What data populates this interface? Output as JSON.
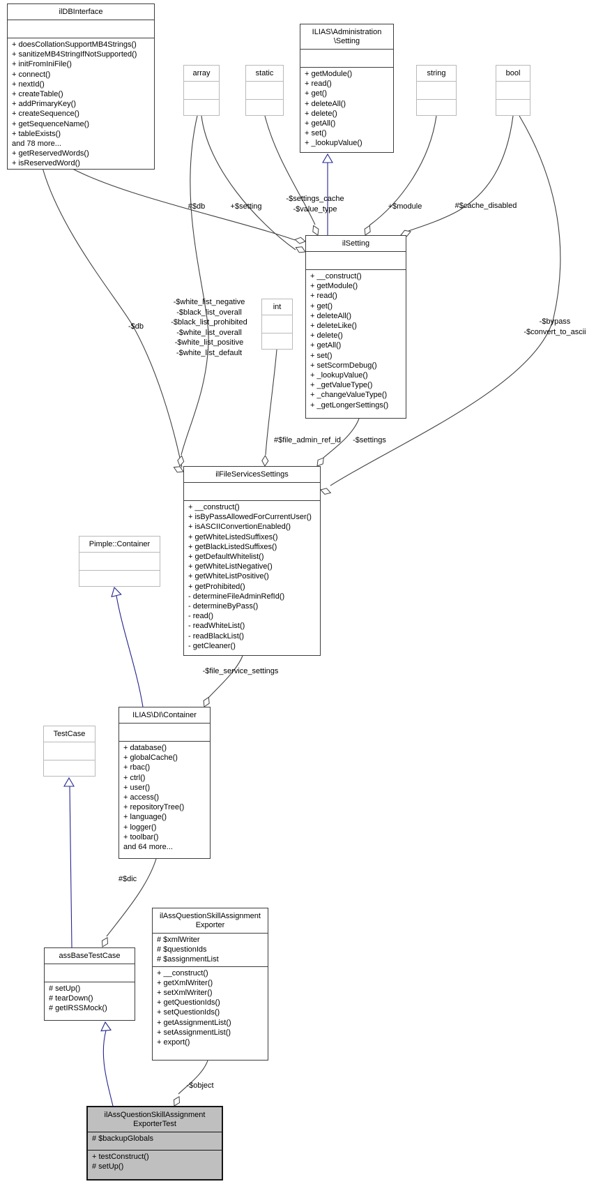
{
  "classes": {
    "ilDBInterface": {
      "name": "ilDBInterface",
      "attributes": [],
      "methods": [
        "+ doesCollationSupportMB4Strings()",
        "+ sanitizeMB4StringIfNotSupported()",
        "+ initFromIniFile()",
        "+ connect()",
        "+ nextId()",
        "+ createTable()",
        "+ addPrimaryKey()",
        "+ createSequence()",
        "+ getSequenceName()",
        "+ tableExists()",
        "and 78 more...",
        "+ getReservedWords()",
        "+ isReservedWord()"
      ]
    },
    "array": {
      "name": "array",
      "attributes": [],
      "methods": []
    },
    "static": {
      "name": "static",
      "attributes": [],
      "methods": []
    },
    "adminSetting": {
      "name": "ILIAS\\Administration\n\\Setting",
      "attributes": [],
      "methods": [
        "+ getModule()",
        "+ read()",
        "+ get()",
        "+ deleteAll()",
        "+ delete()",
        "+ getAll()",
        "+ set()",
        "+ _lookupValue()"
      ]
    },
    "string": {
      "name": "string",
      "attributes": [],
      "methods": []
    },
    "bool": {
      "name": "bool",
      "attributes": [],
      "methods": []
    },
    "ilSetting": {
      "name": "ilSetting",
      "attributes": [],
      "methods": [
        "+ __construct()",
        "+ getModule()",
        "+ read()",
        "+ get()",
        "+ deleteAll()",
        "+ deleteLike()",
        "+ delete()",
        "+ getAll()",
        "+ set()",
        "+ setScormDebug()",
        "+ _lookupValue()",
        "+ _getValueType()",
        "+ _changeValueType()",
        "+ _getLongerSettings()"
      ]
    },
    "int": {
      "name": "int",
      "attributes": [],
      "methods": []
    },
    "ilFileServicesSettings": {
      "name": "ilFileServicesSettings",
      "attributes": [],
      "methods": [
        "+ __construct()",
        "+ isByPassAllowedForCurrentUser()",
        "+ isASCIIConvertionEnabled()",
        "+ getWhiteListedSuffixes()",
        "+ getBlackListedSuffixes()",
        "+ getDefaultWhitelist()",
        "+ getWhiteListNegative()",
        "+ getWhiteListPositive()",
        "+ getProhibited()",
        "- determineFileAdminRefId()",
        "- determineByPass()",
        "- read()",
        "- readWhiteList()",
        "- readBlackList()",
        "- getCleaner()"
      ]
    },
    "pimpleContainer": {
      "name": "Pimple::Container",
      "attributes": [],
      "methods": []
    },
    "diContainer": {
      "name": "ILIAS\\DI\\Container",
      "attributes": [],
      "methods": [
        "+ database()",
        "+ globalCache()",
        "+ rbac()",
        "+ ctrl()",
        "+ user()",
        "+ access()",
        "+ repositoryTree()",
        "+ language()",
        "+ logger()",
        "+ toolbar()",
        "and 64 more..."
      ]
    },
    "testCase": {
      "name": "TestCase",
      "attributes": [],
      "methods": []
    },
    "assBaseTestCase": {
      "name": "assBaseTestCase",
      "attributes": [],
      "methods": [
        "# setUp()",
        "# tearDown()",
        "# getIRSSMock()"
      ]
    },
    "exporter": {
      "name": "ilAssQuestionSkillAssignment\nExporter",
      "attributes": [
        "# $xmlWriter",
        "# $questionIds",
        "# $assignmentList"
      ],
      "methods": [
        "+ __construct()",
        "+ getXmlWriter()",
        "+ setXmlWriter()",
        "+ getQuestionIds()",
        "+ setQuestionIds()",
        "+ getAssignmentList()",
        "+ setAssignmentList()",
        "+ export()"
      ]
    },
    "exporterTest": {
      "name": "ilAssQuestionSkillAssignment\nExporterTest",
      "attributes": [
        "# $backupGlobals"
      ],
      "methods": [
        "+ testConstruct()",
        "# setUp()"
      ]
    }
  },
  "edge_labels": {
    "db": "#$db",
    "setting": "+$setting",
    "settings_cache": [
      "-$settings_cache",
      "-$value_type"
    ],
    "module": "+$module",
    "cache_disabled": "#$cache_disabled",
    "db_private": "-$db",
    "white_lists": [
      "-$white_list_negative",
      "-$black_list_overall",
      "-$black_list_prohibited",
      "-$white_list_overall",
      "-$white_list_positive",
      "-$white_list_default"
    ],
    "bypass": [
      "-$bypass",
      "-$convert_to_ascii"
    ],
    "file_admin_ref_id": "#$file_admin_ref_id",
    "settings": "-$settings",
    "file_service_settings": "-$file_service_settings",
    "dic": "#$dic",
    "object": "-$object"
  },
  "colors": {
    "association_line": "#404040",
    "inheritance_line": "#24248f",
    "box_border": "#3c3c3c",
    "light_box_border": "#b9b9b9",
    "highlight_fill": "#bfbfbf",
    "background": "#ffffff"
  }
}
